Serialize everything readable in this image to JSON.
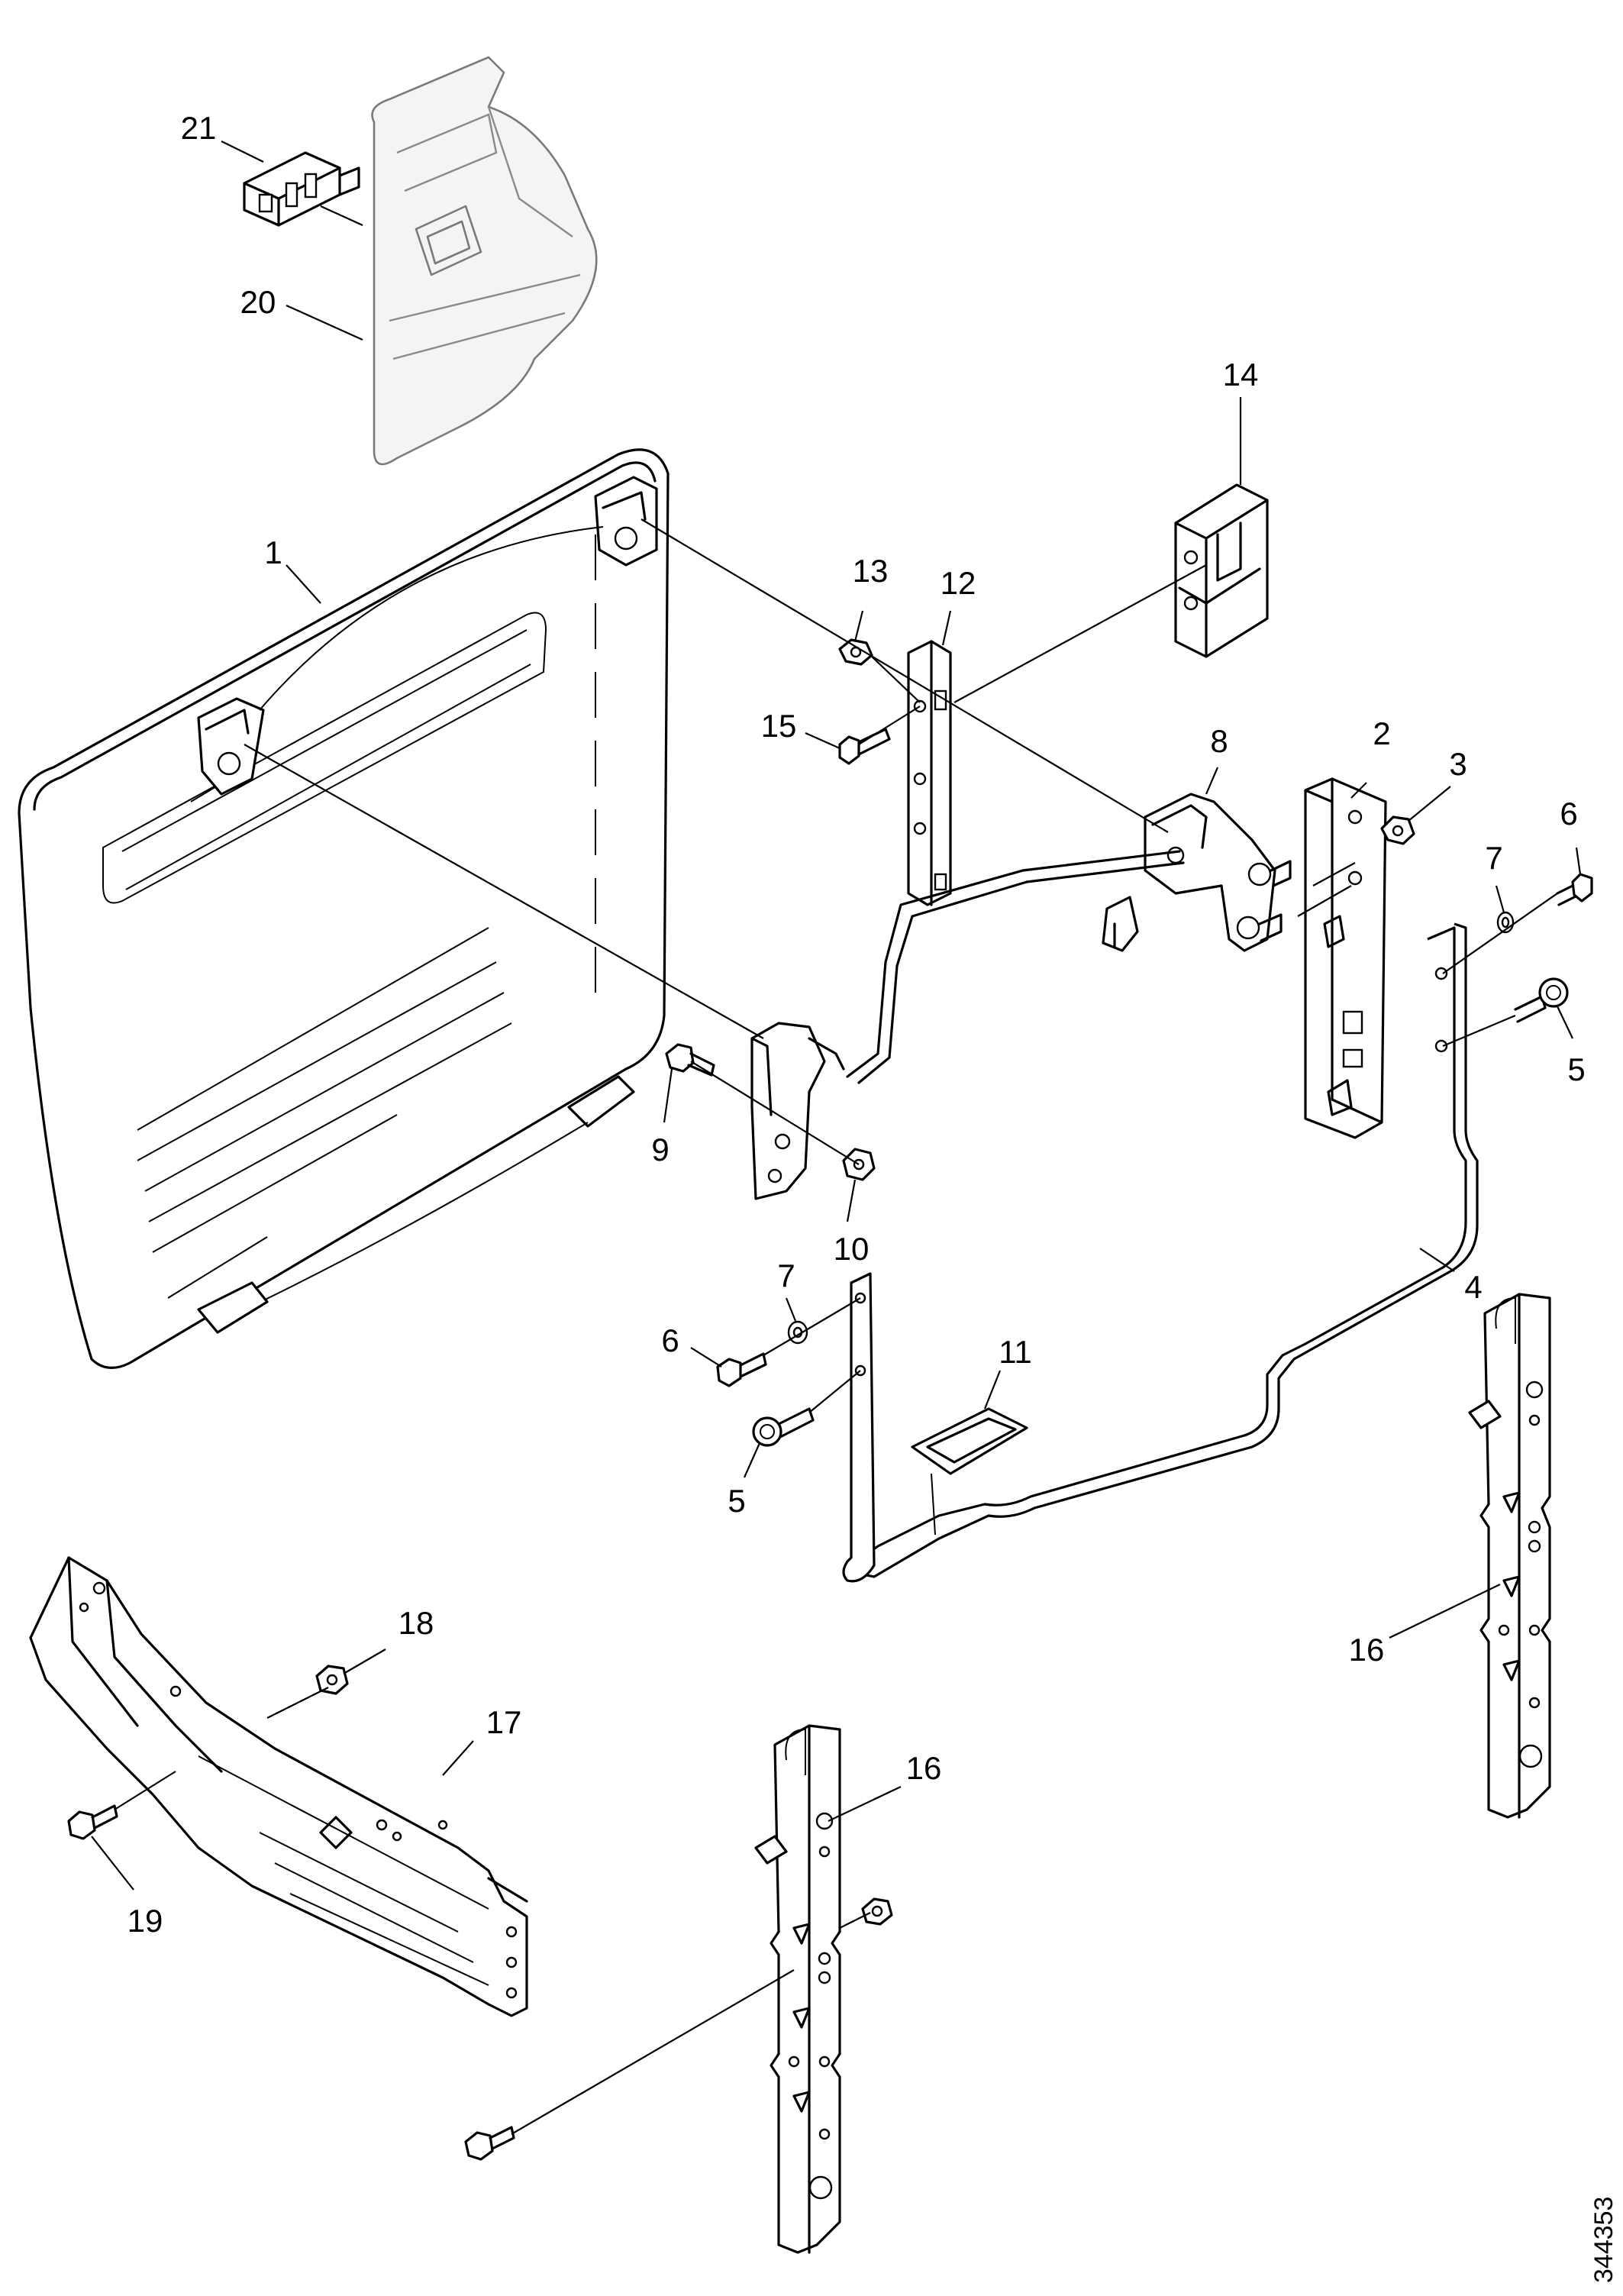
{
  "drawing": {
    "reference_number": "344353"
  },
  "callouts": {
    "c1": "1",
    "c2": "2",
    "c3": "3",
    "c4": "4",
    "c5a": "5",
    "c5b": "5",
    "c6a": "6",
    "c6b": "6",
    "c7a": "7",
    "c7b": "7",
    "c8": "8",
    "c9": "9",
    "c10": "10",
    "c11": "11",
    "c12": "12",
    "c13": "13",
    "c14": "14",
    "c15": "15",
    "c16a": "16",
    "c16b": "16",
    "c17": "17",
    "c18": "18",
    "c19": "19",
    "c20": "20",
    "c21": "21"
  }
}
